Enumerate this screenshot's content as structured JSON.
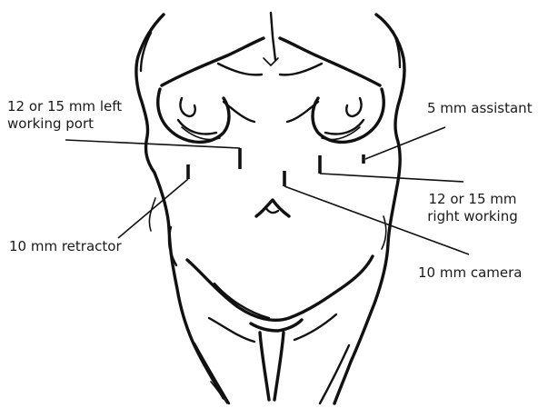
{
  "labels": {
    "left_working_port": [
      "12 or 15 mm left",
      "working port"
    ],
    "assistant": "5 mm assistant",
    "right_working": [
      "12 or 15 mm",
      "right working"
    ],
    "retractor": "10 mm retractor",
    "camera": "10 mm camera"
  },
  "colors": {
    "ink": "#111111",
    "background": "#ffffff"
  }
}
